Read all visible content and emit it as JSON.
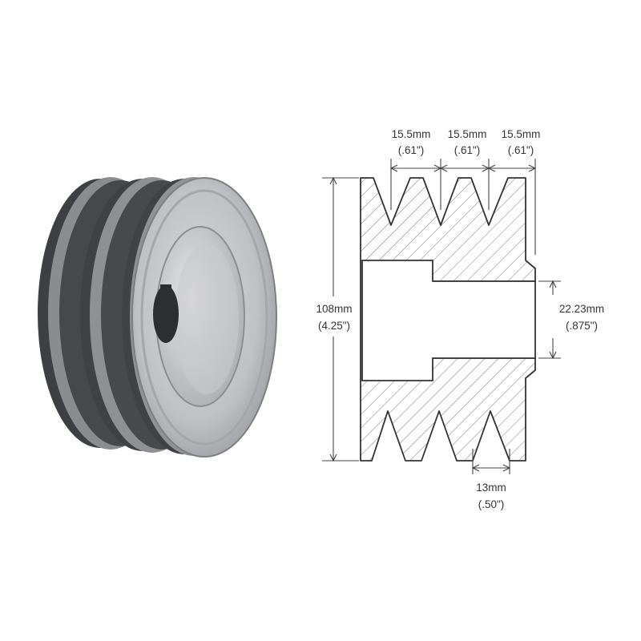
{
  "dimensions": {
    "groove_pitch": [
      {
        "metric": "15.5mm",
        "imperial": "(.61\")"
      },
      {
        "metric": "15.5mm",
        "imperial": "(.61\")"
      },
      {
        "metric": "15.5mm",
        "imperial": "(.61\")"
      }
    ],
    "outer_diameter": {
      "metric": "108mm",
      "imperial": "(4.25\")"
    },
    "bore_diameter": {
      "metric": "22.23mm",
      "imperial": "(.875\")"
    },
    "groove_width": {
      "metric": "13mm",
      "imperial": "(.50\")"
    }
  }
}
